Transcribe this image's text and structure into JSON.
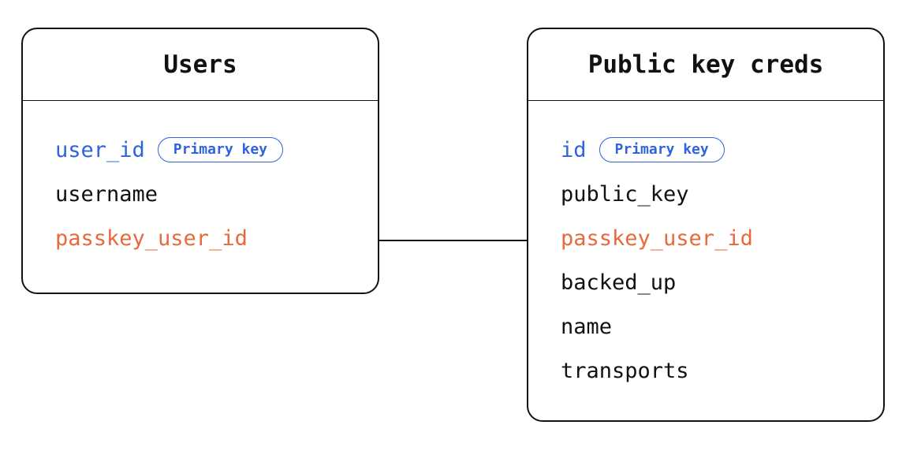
{
  "diagram": {
    "type": "entity-relationship-diagram",
    "background_color": "#ffffff",
    "colors": {
      "primary_key": "#2f63e0",
      "foreign_key": "#e8693a",
      "text": "#111111",
      "border": "#111111"
    },
    "badge_label": "Primary key",
    "entities": [
      {
        "id": "users",
        "title": "Users",
        "fields": [
          {
            "name": "user_id",
            "role": "pk",
            "badge": "Primary key"
          },
          {
            "name": "username",
            "role": "plain",
            "badge": null
          },
          {
            "name": "passkey_user_id",
            "role": "fk",
            "badge": null
          }
        ]
      },
      {
        "id": "public_key_creds",
        "title": "Public key creds",
        "fields": [
          {
            "name": "id",
            "role": "pk",
            "badge": "Primary key"
          },
          {
            "name": "public_key",
            "role": "plain",
            "badge": null
          },
          {
            "name": "passkey_user_id",
            "role": "fk",
            "badge": null
          },
          {
            "name": "backed_up",
            "role": "plain",
            "badge": null
          },
          {
            "name": "name",
            "role": "plain",
            "badge": null
          },
          {
            "name": "transports",
            "role": "plain",
            "badge": null
          }
        ]
      }
    ],
    "relationships": [
      {
        "from_entity": "users",
        "from_field": "passkey_user_id",
        "to_entity": "public_key_creds",
        "to_field": "passkey_user_id",
        "style": "solid-line"
      }
    ]
  }
}
